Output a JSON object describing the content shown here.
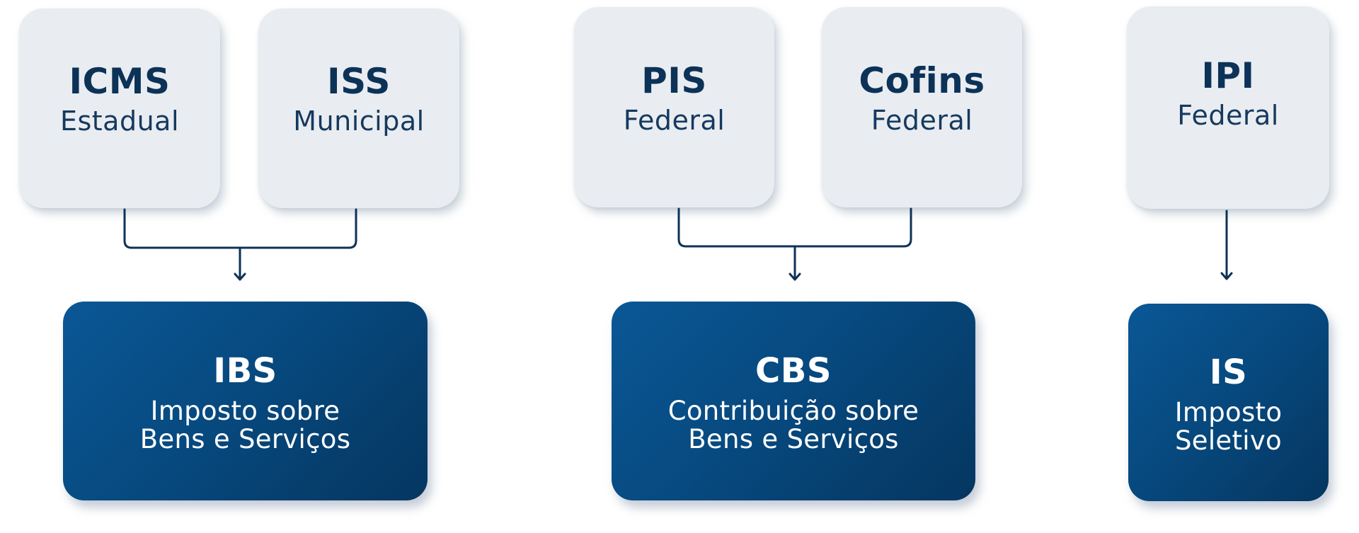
{
  "diagram": {
    "old_taxes": [
      {
        "code": "ICMS",
        "sphere": "Estadual"
      },
      {
        "code": "ISS",
        "sphere": "Municipal"
      },
      {
        "code": "PIS",
        "sphere": "Federal"
      },
      {
        "code": "Cofins",
        "sphere": "Federal"
      },
      {
        "code": "IPI",
        "sphere": "Federal"
      }
    ],
    "new_taxes": [
      {
        "code": "IBS",
        "desc_line1": "Imposto sobre",
        "desc_line2": "Bens e Serviços",
        "replaces": [
          "ICMS",
          "ISS"
        ]
      },
      {
        "code": "CBS",
        "desc_line1": "Contribuição sobre",
        "desc_line2": "Bens e Serviços",
        "replaces": [
          "PIS",
          "Cofins"
        ]
      },
      {
        "code": "IS",
        "desc_line1": "Imposto",
        "desc_line2": "Seletivo",
        "replaces": [
          "IPI"
        ]
      }
    ],
    "colors": {
      "old_box_bg": "#e9edf1",
      "old_text": "#0d3257",
      "new_box_gradient_start": "#0a5796",
      "new_box_gradient_end": "#053660",
      "new_text": "#ffffff",
      "connector": "#0d3257"
    }
  }
}
